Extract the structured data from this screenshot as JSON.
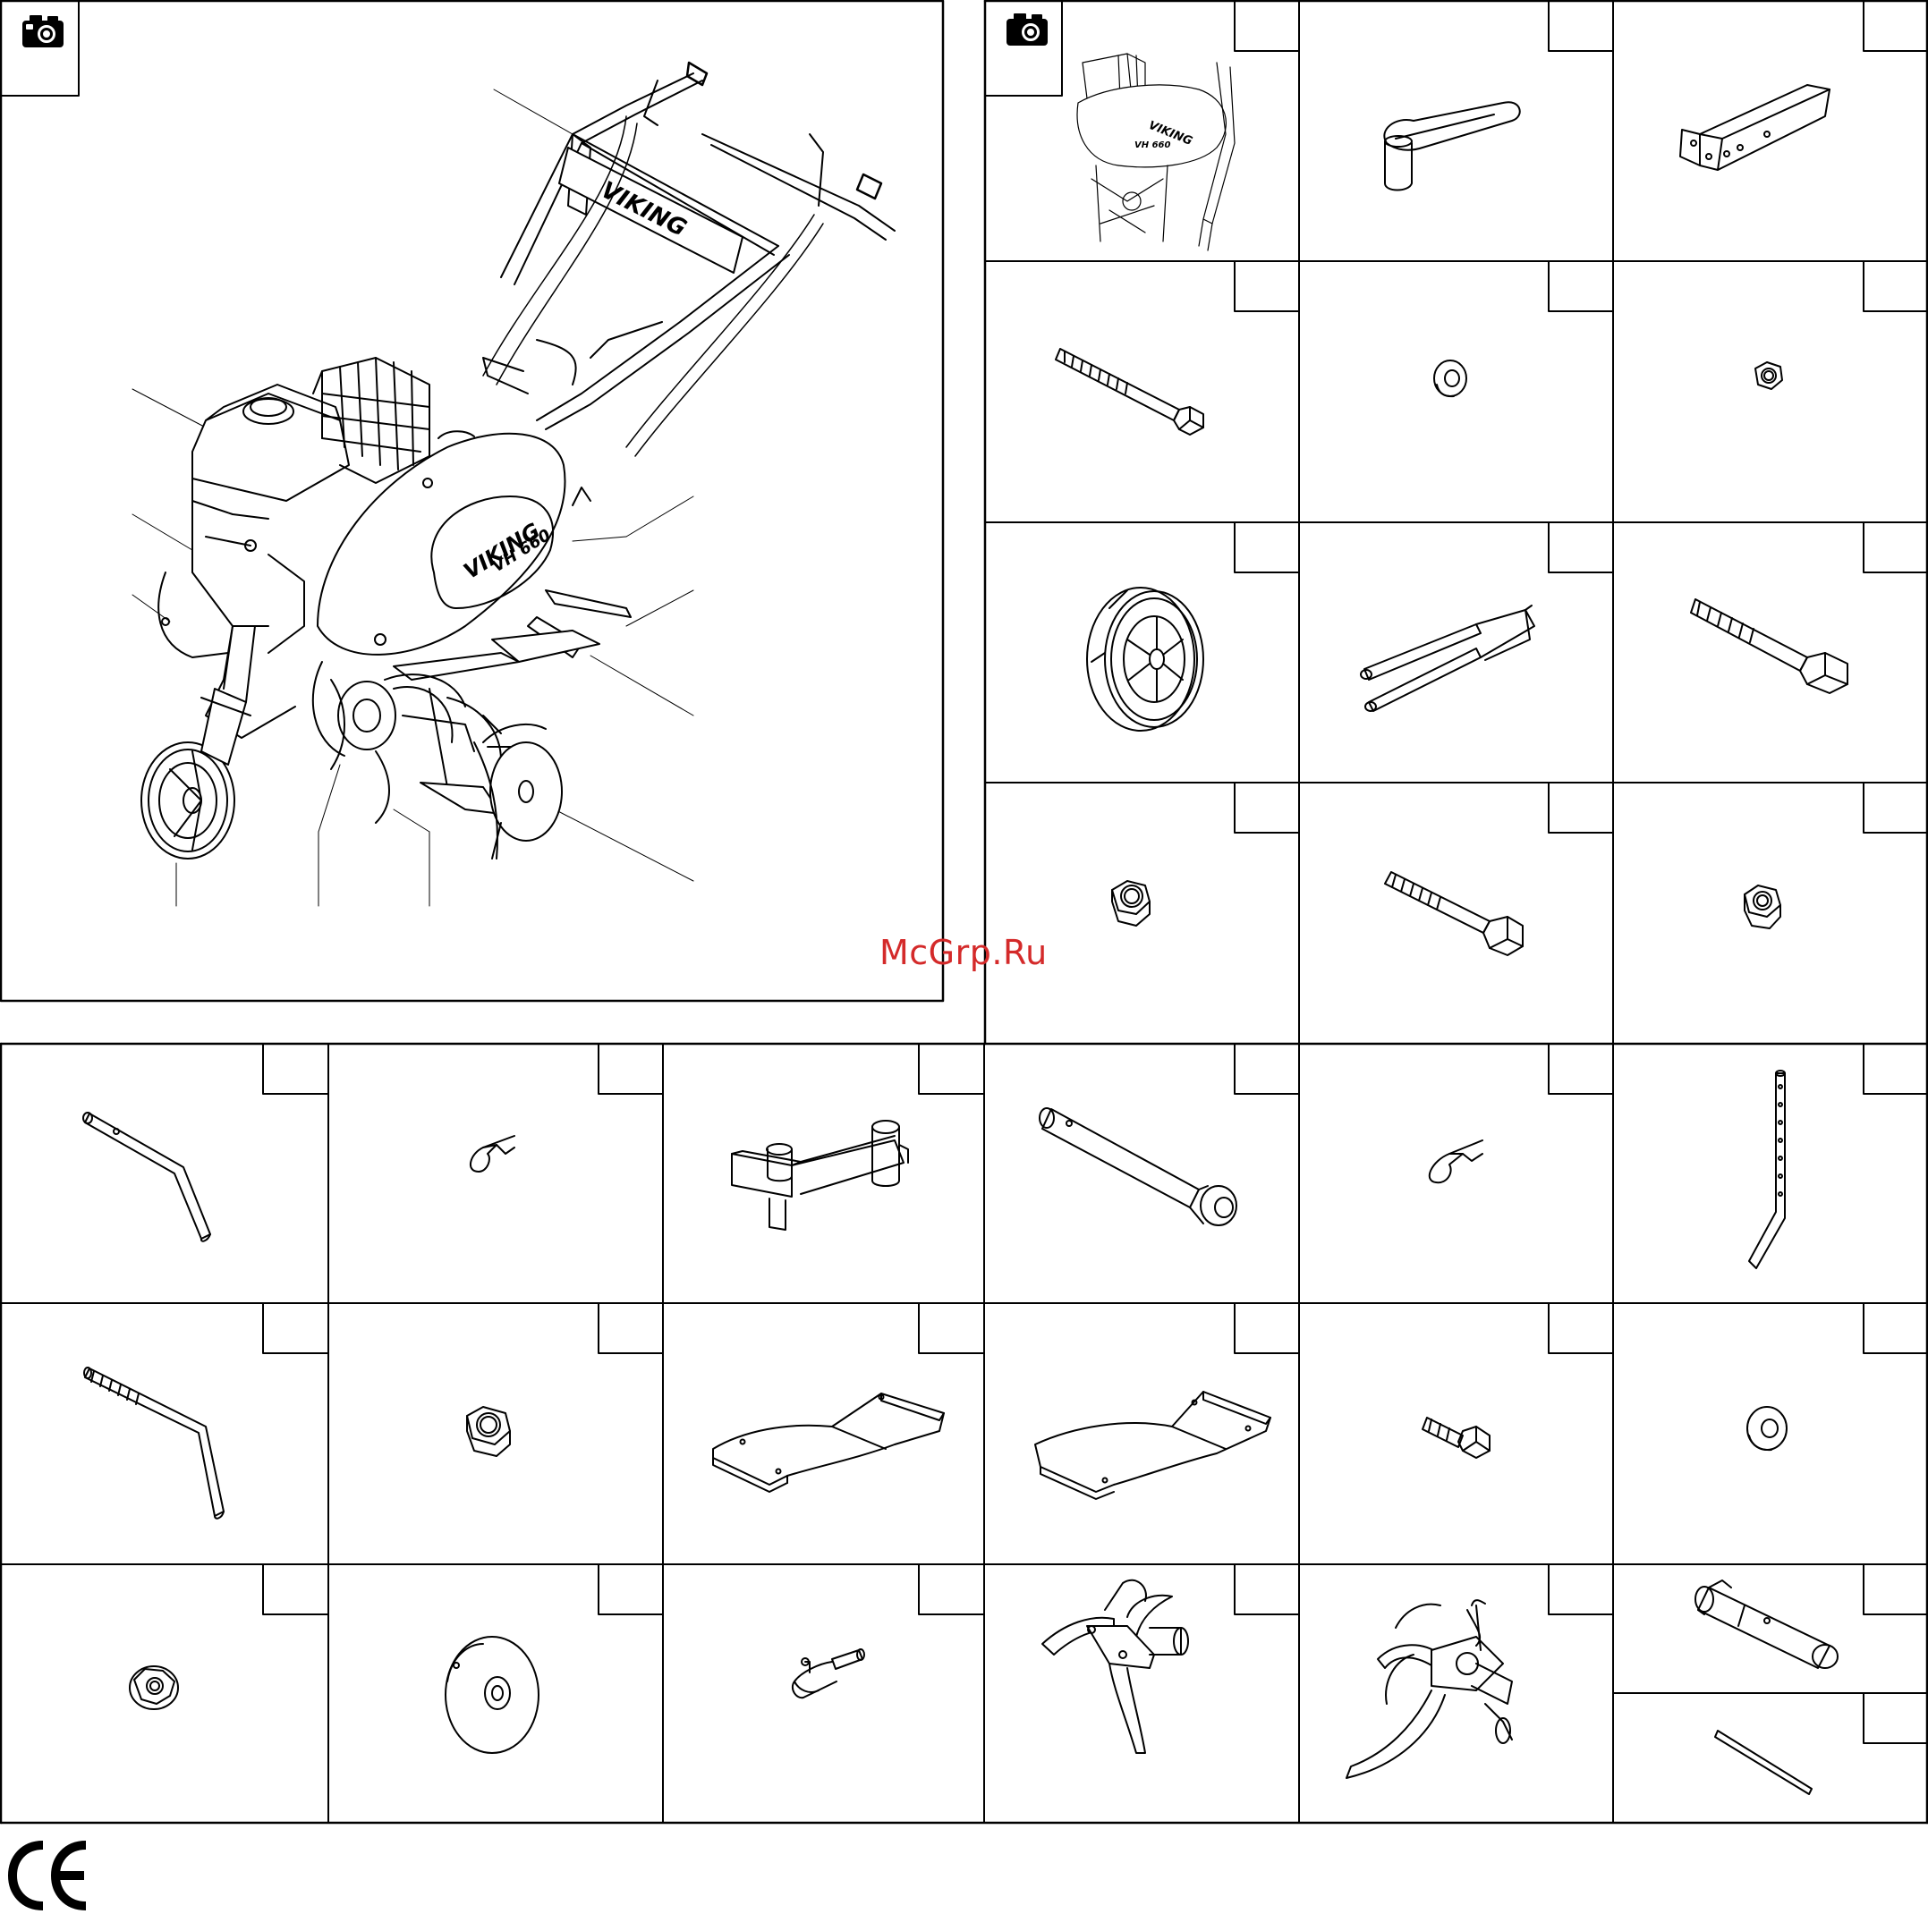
{
  "watermark": {
    "text": "McGrp.Ru",
    "color": "#d42a2a"
  },
  "overview": {
    "brand_label": "VIKING",
    "model_label": "VH 660",
    "camera_icon": "camera-icon"
  },
  "thumbnail": {
    "brand_label": "VIKING",
    "model_label": "VH 660"
  },
  "compliance_mark": {
    "name": "ce-mark"
  },
  "part_icons": [
    "handle-bracket",
    "mounting-bracket",
    "long-bolt",
    "washer",
    "hex-nut",
    "wheel",
    "wheel-fork",
    "short-bolt",
    "hex-nut",
    "bolt",
    "hex-nut",
    "bent-pin",
    "hair-pin",
    "depth-bar-holder",
    "axle-pin",
    "hair-pin",
    "depth-stop-bar",
    "bent-threaded-rod",
    "hex-nut",
    "fender-left",
    "fender-right",
    "small-bolt",
    "washer",
    "flange-nut",
    "side-disc",
    "lynch-pin",
    "tine-assembly-left",
    "tine-assembly-right",
    "socket-wrench",
    "tommy-bar"
  ]
}
